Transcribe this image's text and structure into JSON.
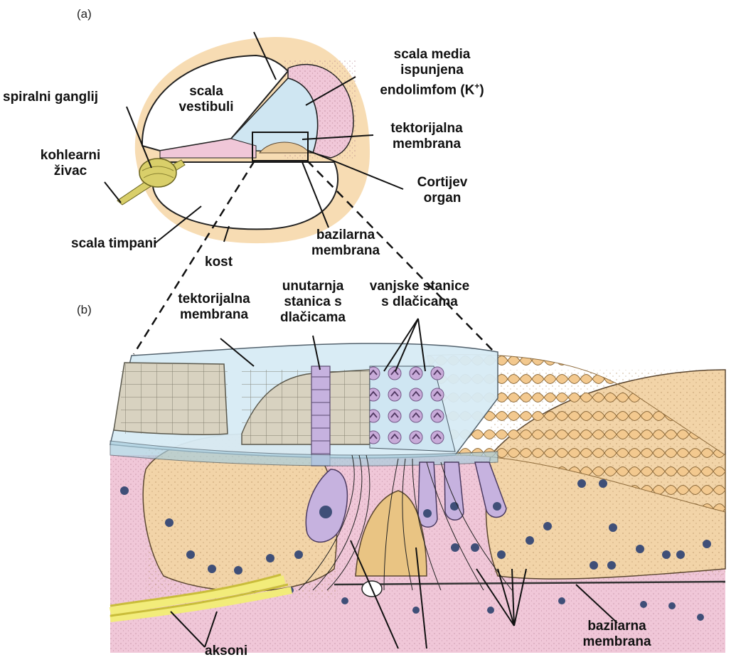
{
  "panel_a": {
    "id": "(a)",
    "labels": {
      "scala_vestibuli": [
        "scala",
        "vestibuli"
      ],
      "scala_media": [
        "scala media",
        "ispunjena",
        "endolimfom (K"
      ],
      "k_plus": "+",
      "k_close": ")",
      "tektorijalna": [
        "tektorijalna",
        "membrana"
      ],
      "cortijev": [
        "Cortijev",
        "organ"
      ],
      "bazilarna": [
        "bazilarna",
        "membrana"
      ],
      "kost": "kost",
      "spiralni": "spiralni ganglij",
      "kohlearni": [
        "kohlearni",
        "živac"
      ],
      "scala_timpani": "scala timpani"
    }
  },
  "panel_b": {
    "id": "(b)",
    "labels": {
      "tektorijalna": [
        "tektorijalna",
        "membrana"
      ],
      "unutarnja": [
        "unutarnja",
        "stanica s",
        "dlačicama"
      ],
      "vanjske": [
        "vanjske stanice",
        "s dlačicama"
      ],
      "aksoni": "aksoni",
      "bazilarna": [
        "bazilarna",
        "membrana"
      ]
    }
  },
  "colors": {
    "bone": "#f7dcb3",
    "endolymph": "#cfe6f2",
    "pink_tissue": "#f0c7d8",
    "tan_cells": "#f2d4a8",
    "hair_cells": "#c6b2df",
    "nucleus": "#3f4f78",
    "axon": "#f2ec7a",
    "tectorial": "#d7ebf5"
  }
}
